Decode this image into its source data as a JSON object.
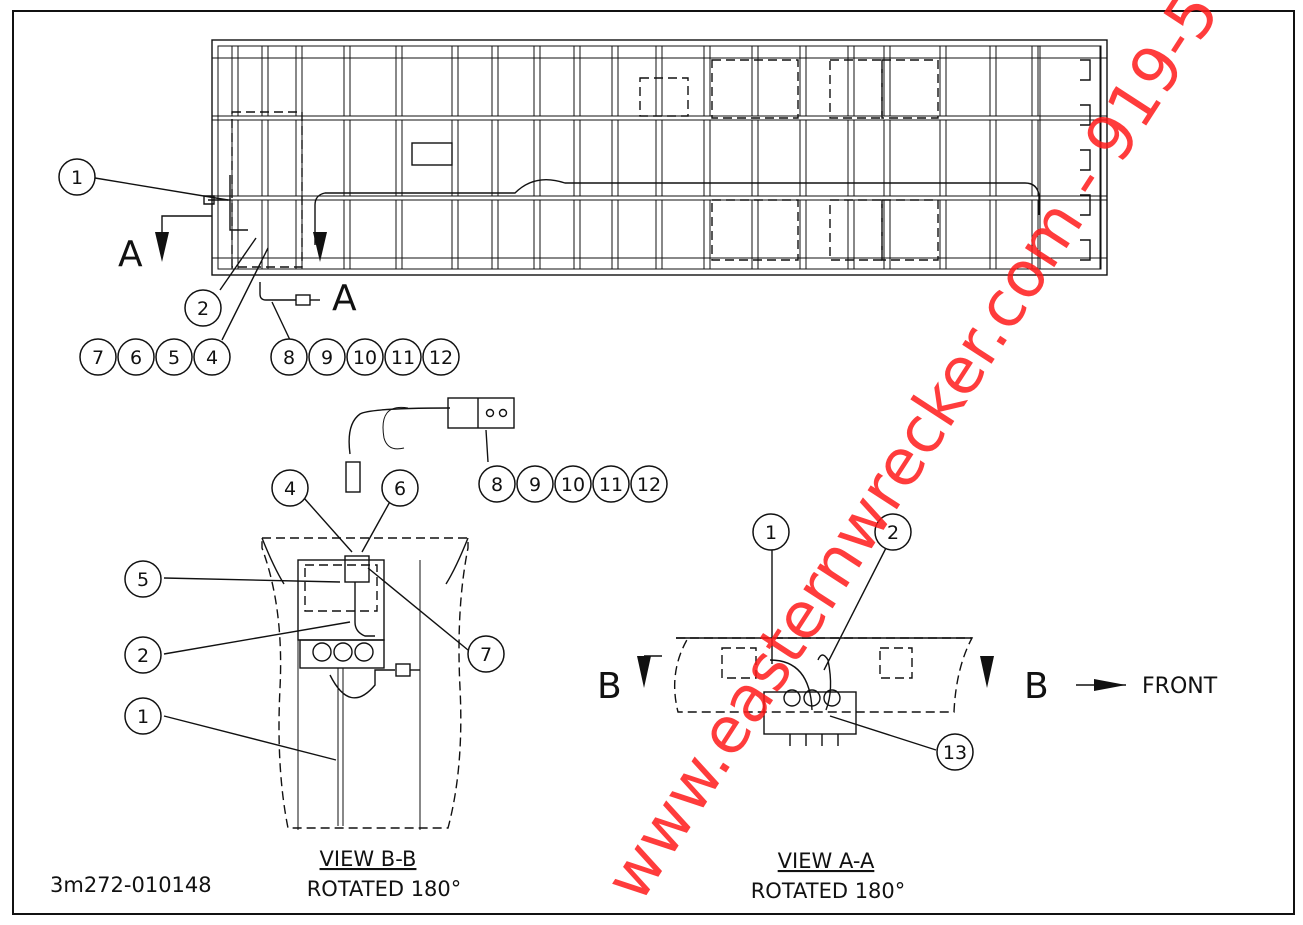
{
  "drawing_number": "3m272-010148",
  "view_bb": {
    "title": "VIEW B-B",
    "subtitle": "ROTATED 180°"
  },
  "view_aa": {
    "title": "VIEW A-A",
    "subtitle": "ROTATED 180°"
  },
  "section_marks": {
    "a": "A",
    "b": "B"
  },
  "front_label": "FRONT",
  "watermark": "www.easternwrecker.com - 919-5",
  "callouts": [
    "1",
    "2",
    "4",
    "5",
    "6",
    "7",
    "8",
    "9",
    "10",
    "11",
    "12",
    "13"
  ]
}
